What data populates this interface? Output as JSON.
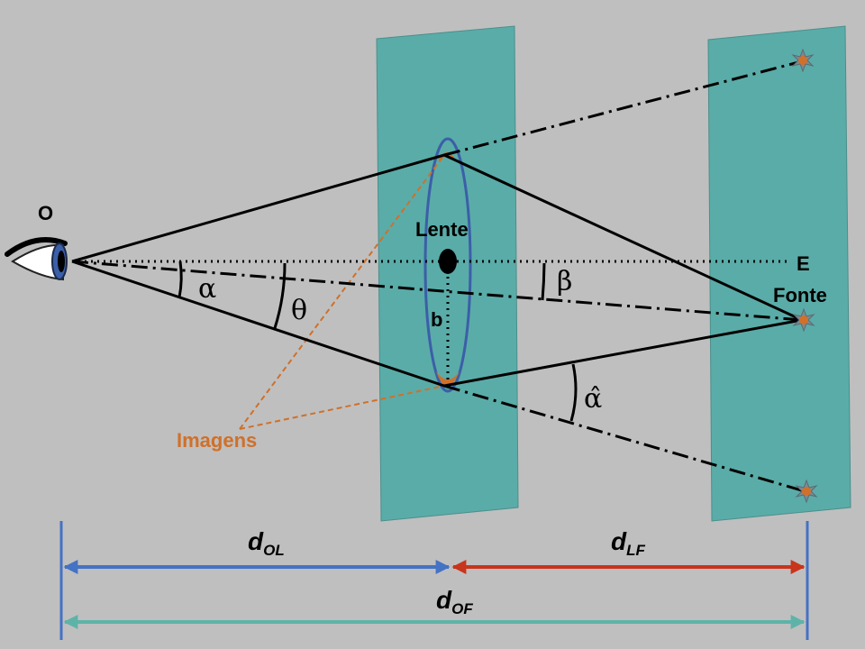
{
  "labels": {
    "observer": "O",
    "lens": "Lente",
    "source_direction": "E",
    "source": "Fonte",
    "impact_parameter": "b",
    "images": "Imagens",
    "alpha": "α",
    "theta": "θ",
    "beta": "β",
    "alpha_hat": "α̂"
  },
  "distances": {
    "observer_lens": {
      "base": "d",
      "sub": "OL"
    },
    "lens_source": {
      "base": "d",
      "sub": "LF"
    },
    "observer_source": {
      "base": "d",
      "sub": "OF"
    }
  },
  "colors": {
    "background": "#bfbfbf",
    "plane": "#5aaca8",
    "lens_ring": "#3b5fa8",
    "image_orange": "#d0702a",
    "arrow_ol": "#4472c4",
    "arrow_lf": "#c8341c",
    "arrow_of": "#5eb3a9"
  }
}
